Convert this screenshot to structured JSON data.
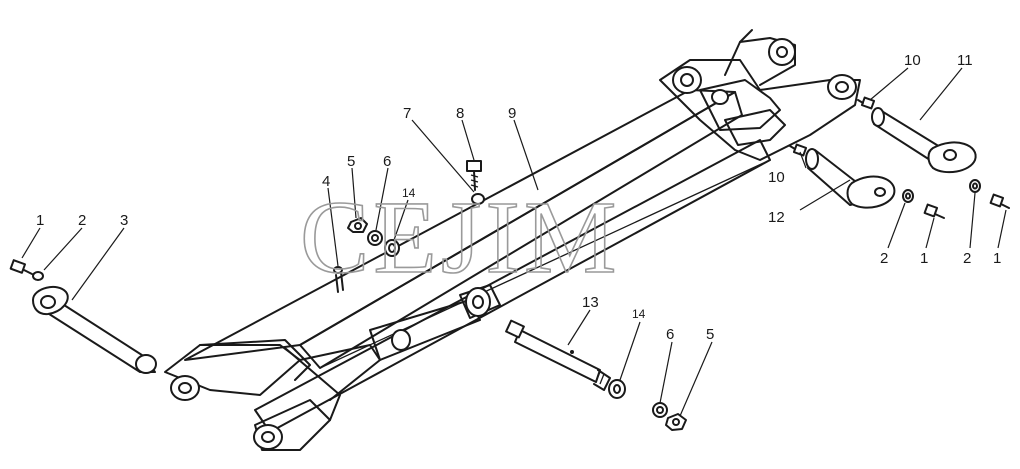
{
  "watermark": "CEJIM",
  "callouts": [
    {
      "id": "c1a",
      "text": "1"
    },
    {
      "id": "c2a",
      "text": "2"
    },
    {
      "id": "c3",
      "text": "3"
    },
    {
      "id": "c4",
      "text": "4"
    },
    {
      "id": "c5a",
      "text": "5"
    },
    {
      "id": "c6a",
      "text": "6"
    },
    {
      "id": "c14a",
      "text": "14"
    },
    {
      "id": "c7",
      "text": "7"
    },
    {
      "id": "c8",
      "text": "8"
    },
    {
      "id": "c9",
      "text": "9"
    },
    {
      "id": "c10a",
      "text": "10"
    },
    {
      "id": "c11",
      "text": "11"
    },
    {
      "id": "c10b",
      "text": "10"
    },
    {
      "id": "c12",
      "text": "12"
    },
    {
      "id": "c2b",
      "text": "2"
    },
    {
      "id": "c1b",
      "text": "1"
    },
    {
      "id": "c2c",
      "text": "2"
    },
    {
      "id": "c1c",
      "text": "1"
    },
    {
      "id": "c13",
      "text": "13"
    },
    {
      "id": "c14b",
      "text": "14"
    },
    {
      "id": "c6b",
      "text": "6"
    },
    {
      "id": "c5b",
      "text": "5"
    }
  ]
}
